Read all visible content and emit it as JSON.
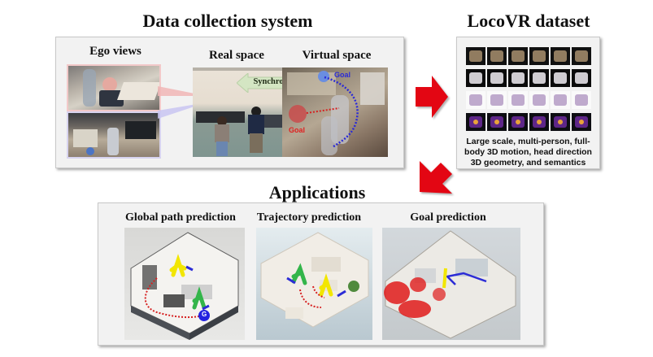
{
  "data_collection": {
    "title": "Data collection system",
    "ego_views_label": "Ego views",
    "real_space_label": "Real space",
    "virtual_space_label": "Virtual space",
    "sync_label": "Synchronized",
    "virtual_goal_blue": "Goal",
    "virtual_goal_red": "Goal"
  },
  "dataset": {
    "title": "LocoVR dataset",
    "caption_lines": [
      "Large scale, multi-person, full-",
      "body 3D motion, head direction",
      "3D geometry,  and semantics"
    ],
    "tile_rows": 4,
    "tile_cols": 6
  },
  "applications": {
    "title": "Applications",
    "items": [
      {
        "label": "Global path prediction",
        "goal_marker": "G"
      },
      {
        "label": "Trajectory prediction"
      },
      {
        "label": "Goal prediction"
      }
    ]
  },
  "colors": {
    "arrow_red": "#e30613",
    "sync_arrow_green": "#d4e6c3",
    "panel_bg": "#f2f2f2",
    "path_blue": "#2b2bd6",
    "path_red": "#d62020"
  }
}
